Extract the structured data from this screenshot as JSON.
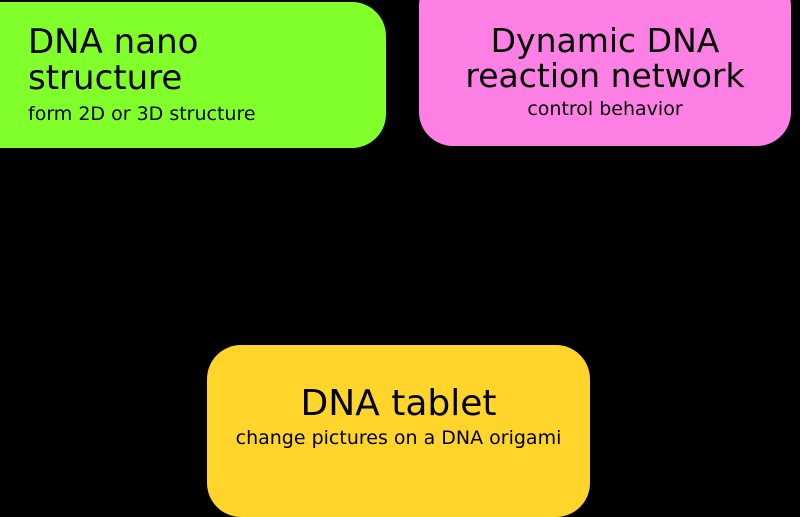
{
  "diagram": {
    "background_color": "#000000",
    "nodes": [
      {
        "id": "dna-nano-structure",
        "title": "DNA nano structure",
        "subtitle": "form 2D or 3D structure",
        "fill_color": "#80FF2B",
        "text_color": "#000000",
        "text_align": "left"
      },
      {
        "id": "dynamic-dna-reaction-network",
        "title": "Dynamic DNA\nreaction network",
        "subtitle": "control behavior",
        "fill_color": "#FF80E5",
        "text_color": "#000000",
        "text_align": "center"
      },
      {
        "id": "dna-tablet",
        "title": "DNA tablet",
        "subtitle": "change pictures on a DNA origami",
        "fill_color": "#FFD42B",
        "text_color": "#000000",
        "text_align": "center"
      }
    ]
  }
}
